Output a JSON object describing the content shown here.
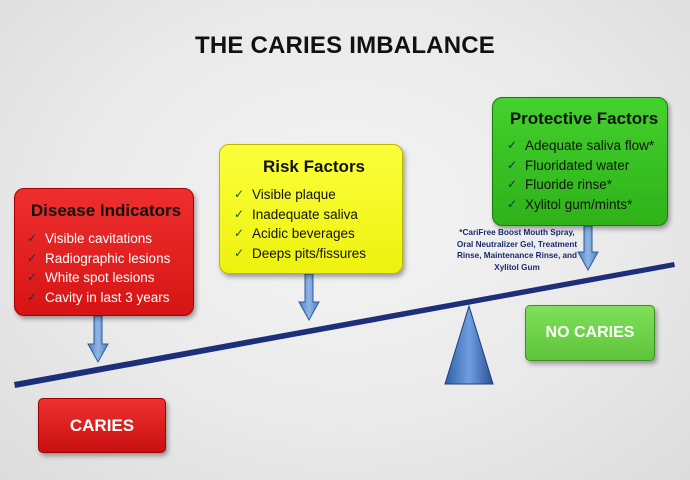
{
  "title": "THE CARIES IMBALANCE",
  "disease_indicators": {
    "title": "Disease Indicators",
    "items": [
      "Visible cavitations",
      "Radiographic lesions",
      "White spot lesions",
      "Cavity in last 3 years"
    ]
  },
  "risk_factors": {
    "title": "Risk Factors",
    "items": [
      "Visible plaque",
      "Inadequate saliva",
      "Acidic beverages",
      "Deeps pits/fissures"
    ]
  },
  "protective_factors": {
    "title": "Protective Factors",
    "items": [
      "Adequate saliva flow*",
      "Fluoridated water",
      "Fluoride rinse*",
      "Xylitol gum/mints*"
    ]
  },
  "footnote": "*CariFree Boost Mouth Spray, Oral Neutralizer Gel, Treatment Rinse, Maintenance Rinse, and Xylitol Gum",
  "results": {
    "caries": "CARIES",
    "no_caries": "NO CARIES"
  },
  "check_mark": "✓",
  "colors": {
    "disease": "#e02020",
    "risk": "#f5f822",
    "protective": "#38c122",
    "beam": "#1e2f7a",
    "arrow": "#5d8fce",
    "fulcrum": "#3a6db4"
  }
}
